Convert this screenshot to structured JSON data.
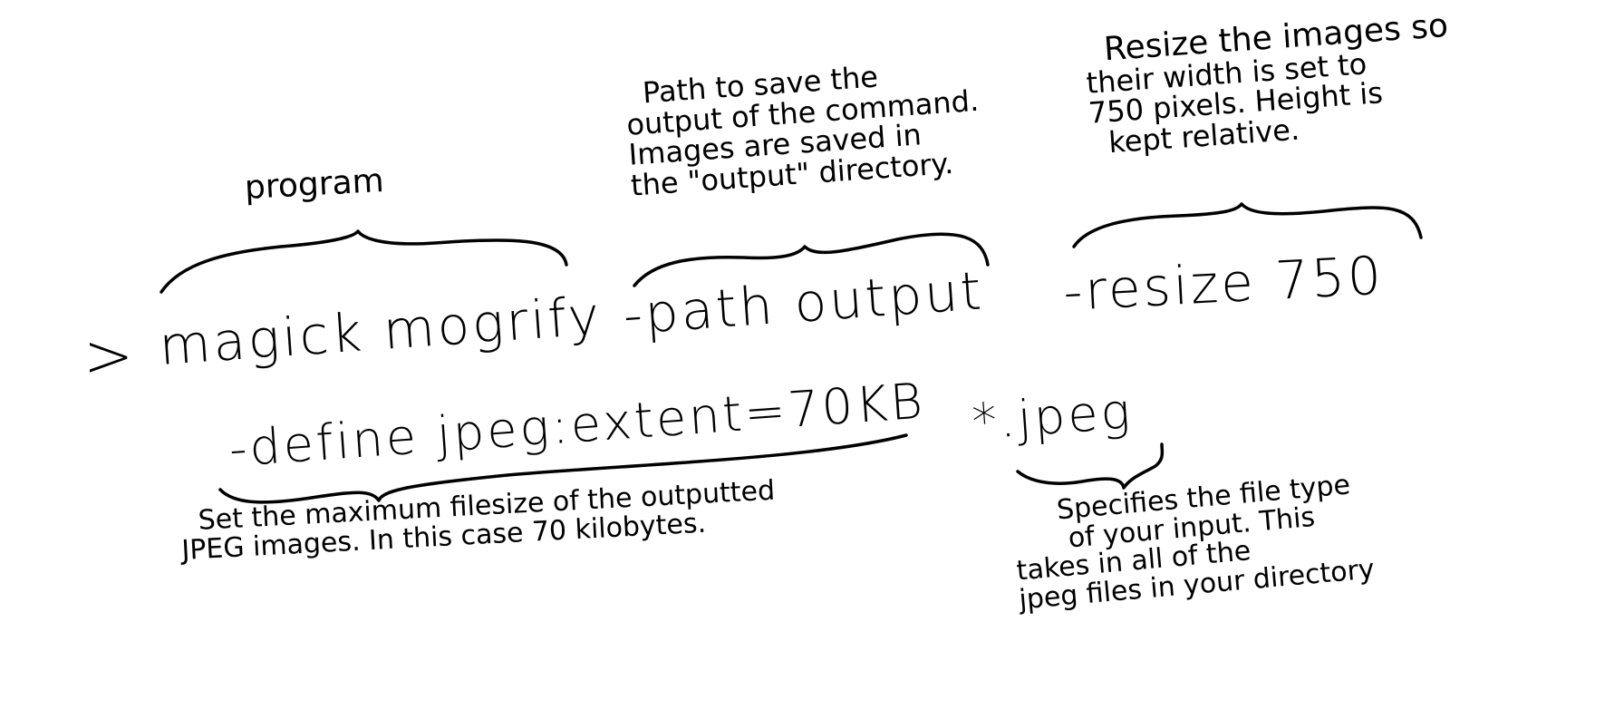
{
  "diagram": {
    "prompt_symbol": ">",
    "command_line1": {
      "program": "magick mogrify",
      "path_option": "-path output",
      "resize_option": "-resize 750"
    },
    "command_line2": {
      "define_option": "-define jpeg:extent=70KB",
      "file_glob": "*.jpeg"
    },
    "annotations": {
      "program": "program",
      "path": [
        "Path to save the",
        "output of the command.",
        "Images are saved in",
        "the \"output\" directory."
      ],
      "resize": [
        "Resize the images so",
        "their width is set to",
        "750 pixels. Height is",
        "kept relative."
      ],
      "define": [
        "Set the maximum filesize of the outputted",
        "JPEG images. In this case 70 kilobytes."
      ],
      "glob": [
        "Specifies the file type",
        "of your input. This",
        "takes in all of the",
        "jpeg files in your directory"
      ]
    }
  }
}
